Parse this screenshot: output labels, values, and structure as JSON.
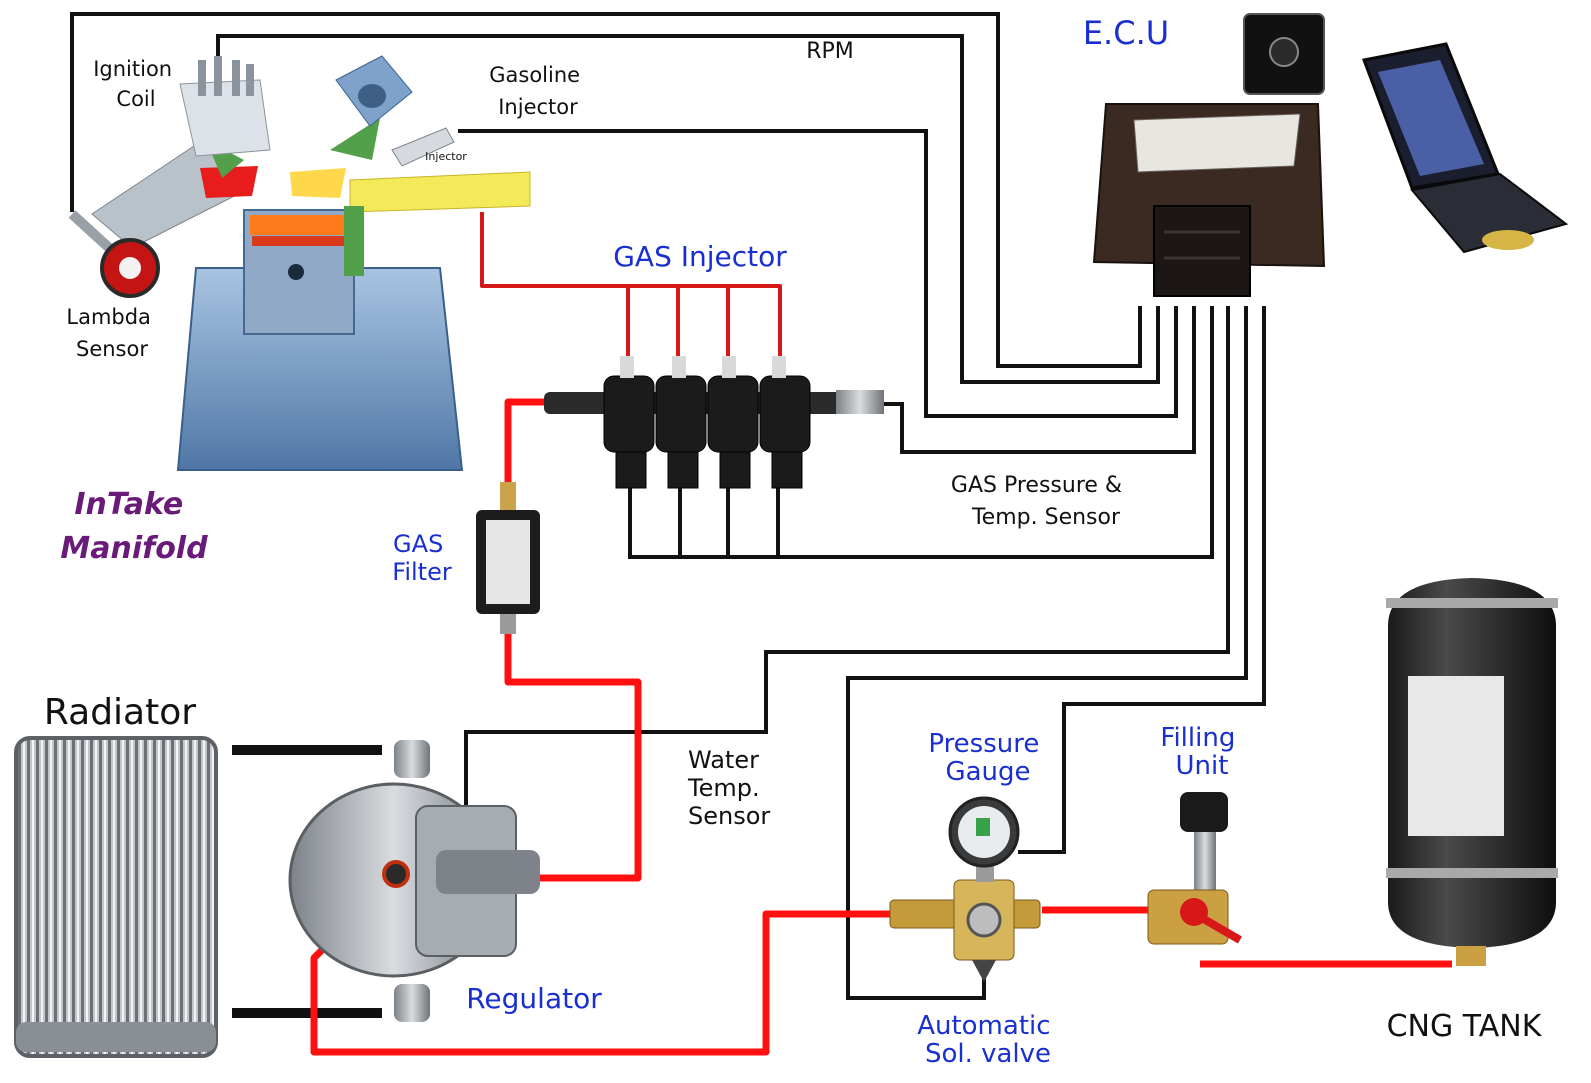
{
  "labels": {
    "ignition_coil": [
      "Ignition",
      "Coil"
    ],
    "gasoline_injector": [
      "Gasoline",
      "Injector"
    ],
    "injector_small": "Injector",
    "rpm": "RPM",
    "ecu": "E.C.U",
    "lambda_sensor": [
      "Lambda",
      "Sensor"
    ],
    "gas_injector": "GAS Injector",
    "intake_manifold": [
      "InTake",
      "Manifold"
    ],
    "gas_filter": [
      "GAS",
      "Filter"
    ],
    "gas_pressure_sensor": [
      "GAS Pressure &",
      "Temp. Sensor"
    ],
    "radiator": "Radiator",
    "water_temp_sensor": [
      "Water",
      "Temp.",
      "Sensor"
    ],
    "pressure_gauge": [
      "Pressure",
      "Gauge"
    ],
    "filling_unit": [
      "Filling",
      "Unit"
    ],
    "regulator": "Regulator",
    "automatic_sol_valve": [
      "Automatic",
      "Sol. valve"
    ],
    "cng_tank": "CNG TANK"
  },
  "colors": {
    "label_blue": "#1a2fd0",
    "label_dark": "#111111",
    "label_purple": "#6a1a78",
    "signal_wire": "#111111",
    "gas_line": "#e01010"
  }
}
